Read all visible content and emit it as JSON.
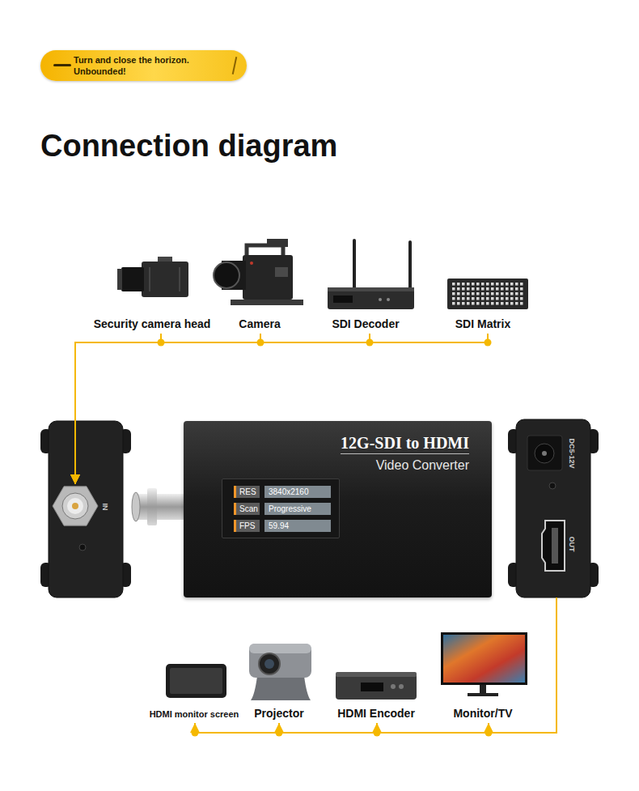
{
  "diagram": {
    "title": "Connection diagram",
    "nodes": [
      {
        "text": [
          "Turn and close the horizon. Unbounded!"
        ]
      },
      {
        "text": [
          "Security camera head"
        ]
      },
      {
        "text": [
          "Camera"
        ]
      },
      {
        "text": [
          "SDI Decoder"
        ]
      },
      {
        "text": [
          "SDI Matrix"
        ]
      },
      {
        "text": [
          "IN"
        ]
      },
      {
        "text": [
          "12G-SDI to HDMI",
          "Video Converter"
        ]
      },
      {
        "text": [
          "RES",
          "3840x2160",
          "Scan",
          "Progressive",
          "FPS",
          "59.94"
        ],
        "in": 6
      },
      {
        "text": [
          "DC5-12V",
          "OUT"
        ]
      },
      {
        "text": [
          "HDMI monitor screen"
        ]
      },
      {
        "text": [
          "Projector"
        ]
      },
      {
        "text": [
          "HDMI Encoder"
        ]
      },
      {
        "text": [
          "Monitor/TV"
        ]
      }
    ],
    "edges": [
      {
        "from": 1,
        "to": 5,
        "arrow": "to"
      },
      {
        "from": 2,
        "to": 5,
        "arrow": "to"
      },
      {
        "from": 3,
        "to": 5,
        "arrow": "to"
      },
      {
        "from": 4,
        "to": 5,
        "arrow": "to"
      },
      {
        "from": 8,
        "to": 9,
        "arrow": "to"
      },
      {
        "from": 8,
        "to": 10,
        "arrow": "to"
      },
      {
        "from": 8,
        "to": 11,
        "arrow": "to"
      },
      {
        "from": 8,
        "to": 12,
        "arrow": "to"
      }
    ]
  }
}
